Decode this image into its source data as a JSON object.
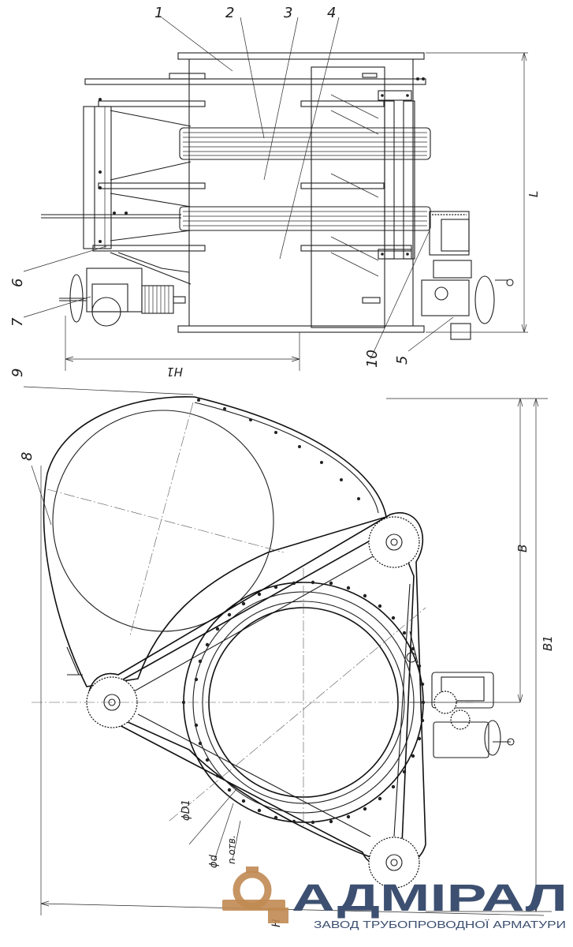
{
  "drawing": {
    "callouts": [
      "1",
      "2",
      "3",
      "4",
      "5",
      "6",
      "7",
      "8",
      "9",
      "10"
    ],
    "dimensions": {
      "overall_length": "L",
      "height_h1": "H1",
      "width_b": "B",
      "width_b1": "B1",
      "height_h": "H",
      "flange_bolt_circle": "ϕD1",
      "bolt_hole": "ϕd",
      "hole_count": "n отв."
    }
  },
  "brand": {
    "name": "АДМІРАЛ",
    "tagline": "ЗАВОД ТРУБОПРОВОДНОЇ АРМАТУРИ",
    "logo_color": "#c08a52",
    "text_color": "#3d5071"
  }
}
